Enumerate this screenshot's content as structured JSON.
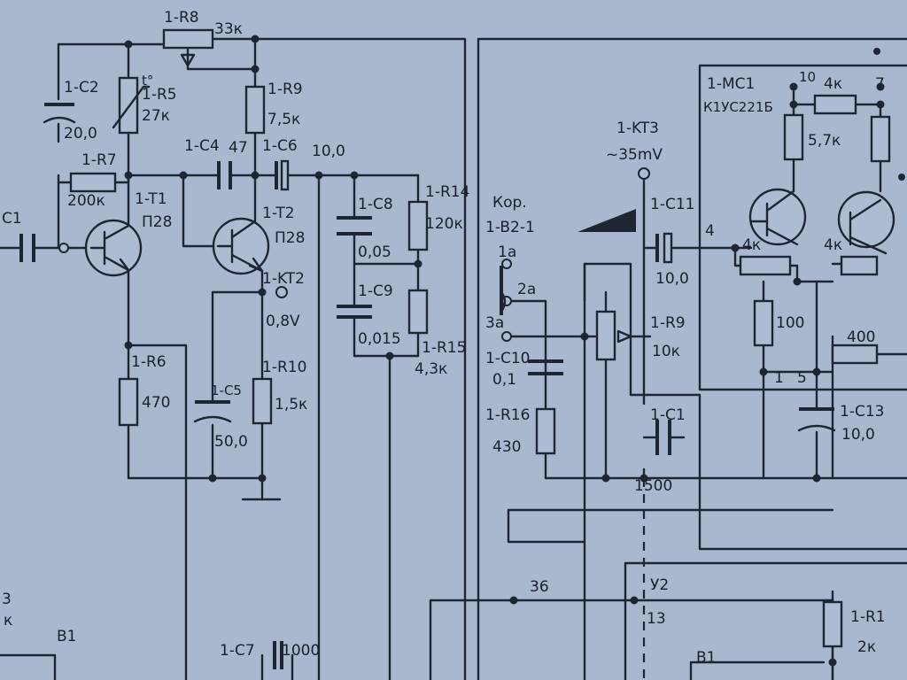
{
  "labels": {
    "r8": "1-R8",
    "r8_val": "33к",
    "c2": "1-C2",
    "c2_val": "20,0",
    "r5": "1-R5",
    "r5_val": "27к",
    "thermo": "t°",
    "r9": "1-R9",
    "r9_val": "7,5к",
    "r7": "1-R7",
    "r7_val": "200к",
    "c4": "1-C4",
    "c4_val": "47",
    "c6": "1-C6",
    "c6_val": "10,0",
    "c1": "C1",
    "t1": "1-T1",
    "t1_type": "П28",
    "t2": "1-T2",
    "t2_type": "П28",
    "c8": "1-C8",
    "c8_val": "0,05",
    "r14": "1-R14",
    "r14_val": "120к",
    "c9": "1-C9",
    "c9_val": "0,015",
    "r15": "1-R15",
    "r15_val": "4,3к",
    "kt2": "1-KT2",
    "kt2_val": "0,8V",
    "r6": "1-R6",
    "r6_val": "470",
    "c5": "1-C5",
    "c5_val": "50,0",
    "r10": "1-R10",
    "r10_val": "1,5к",
    "c7": "1-C7",
    "c7_val": "1000",
    "b1_left": "B1",
    "kor": "Кор.",
    "b2": "1-B2-1",
    "p1a": "1а",
    "p2a": "2а",
    "p3a": "3а",
    "c10": "1-C10",
    "c10_val": "0,1",
    "r16": "1-R16",
    "r16_val": "430",
    "kt3": "1-KT3",
    "kt3_val": "~35mV",
    "c11": "1-C11",
    "c11_val": "10,0",
    "r9b": "1-R9",
    "r9b_val": "10к",
    "c12": "1-C1",
    "c12_val": "1500",
    "mc1": "1-MC1",
    "mc1_type": "К1УС221Б",
    "pin10": "10",
    "pin7": "7",
    "pin4": "4",
    "pin1": "1",
    "pin5": "5",
    "mc_r1": "4к",
    "mc_r2": "5,7к",
    "mc_r3": "4к",
    "mc_r4": "4к",
    "mc_r5": "100",
    "mc_r6": "400",
    "c13": "1-C13",
    "c13_val": "10,0",
    "n36": "36",
    "u2": "У2",
    "n13": "13",
    "r1": "1-R1",
    "r1_val": "2к",
    "b1_right": "B1",
    "left_3": "3",
    "left_k": "к"
  },
  "colors": {
    "paper": "#a9b7cf",
    "ink": "#1f2633"
  }
}
